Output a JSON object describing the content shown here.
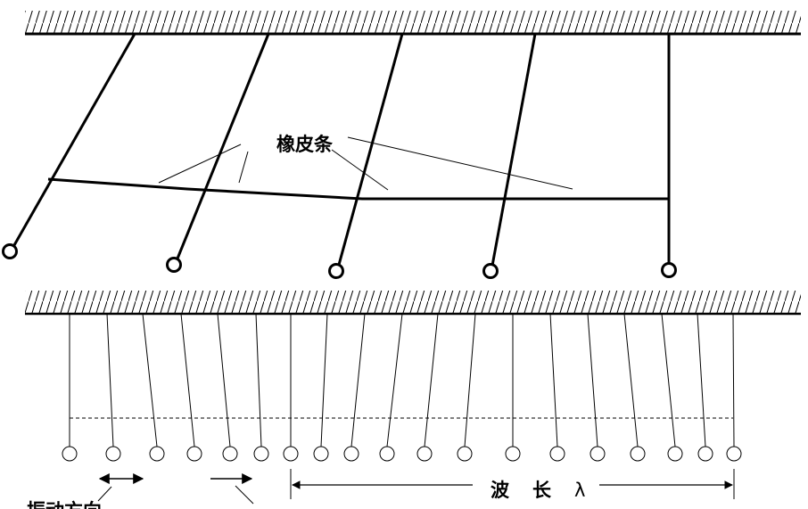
{
  "labels": {
    "rubber_band": "橡皮条",
    "wavelength_char1": "波",
    "wavelength_char2": "长",
    "wavelength_symbol": "λ",
    "vibration_direction": "振动方向"
  },
  "colors": {
    "ink": "#000000",
    "background": "#ffffff"
  }
}
